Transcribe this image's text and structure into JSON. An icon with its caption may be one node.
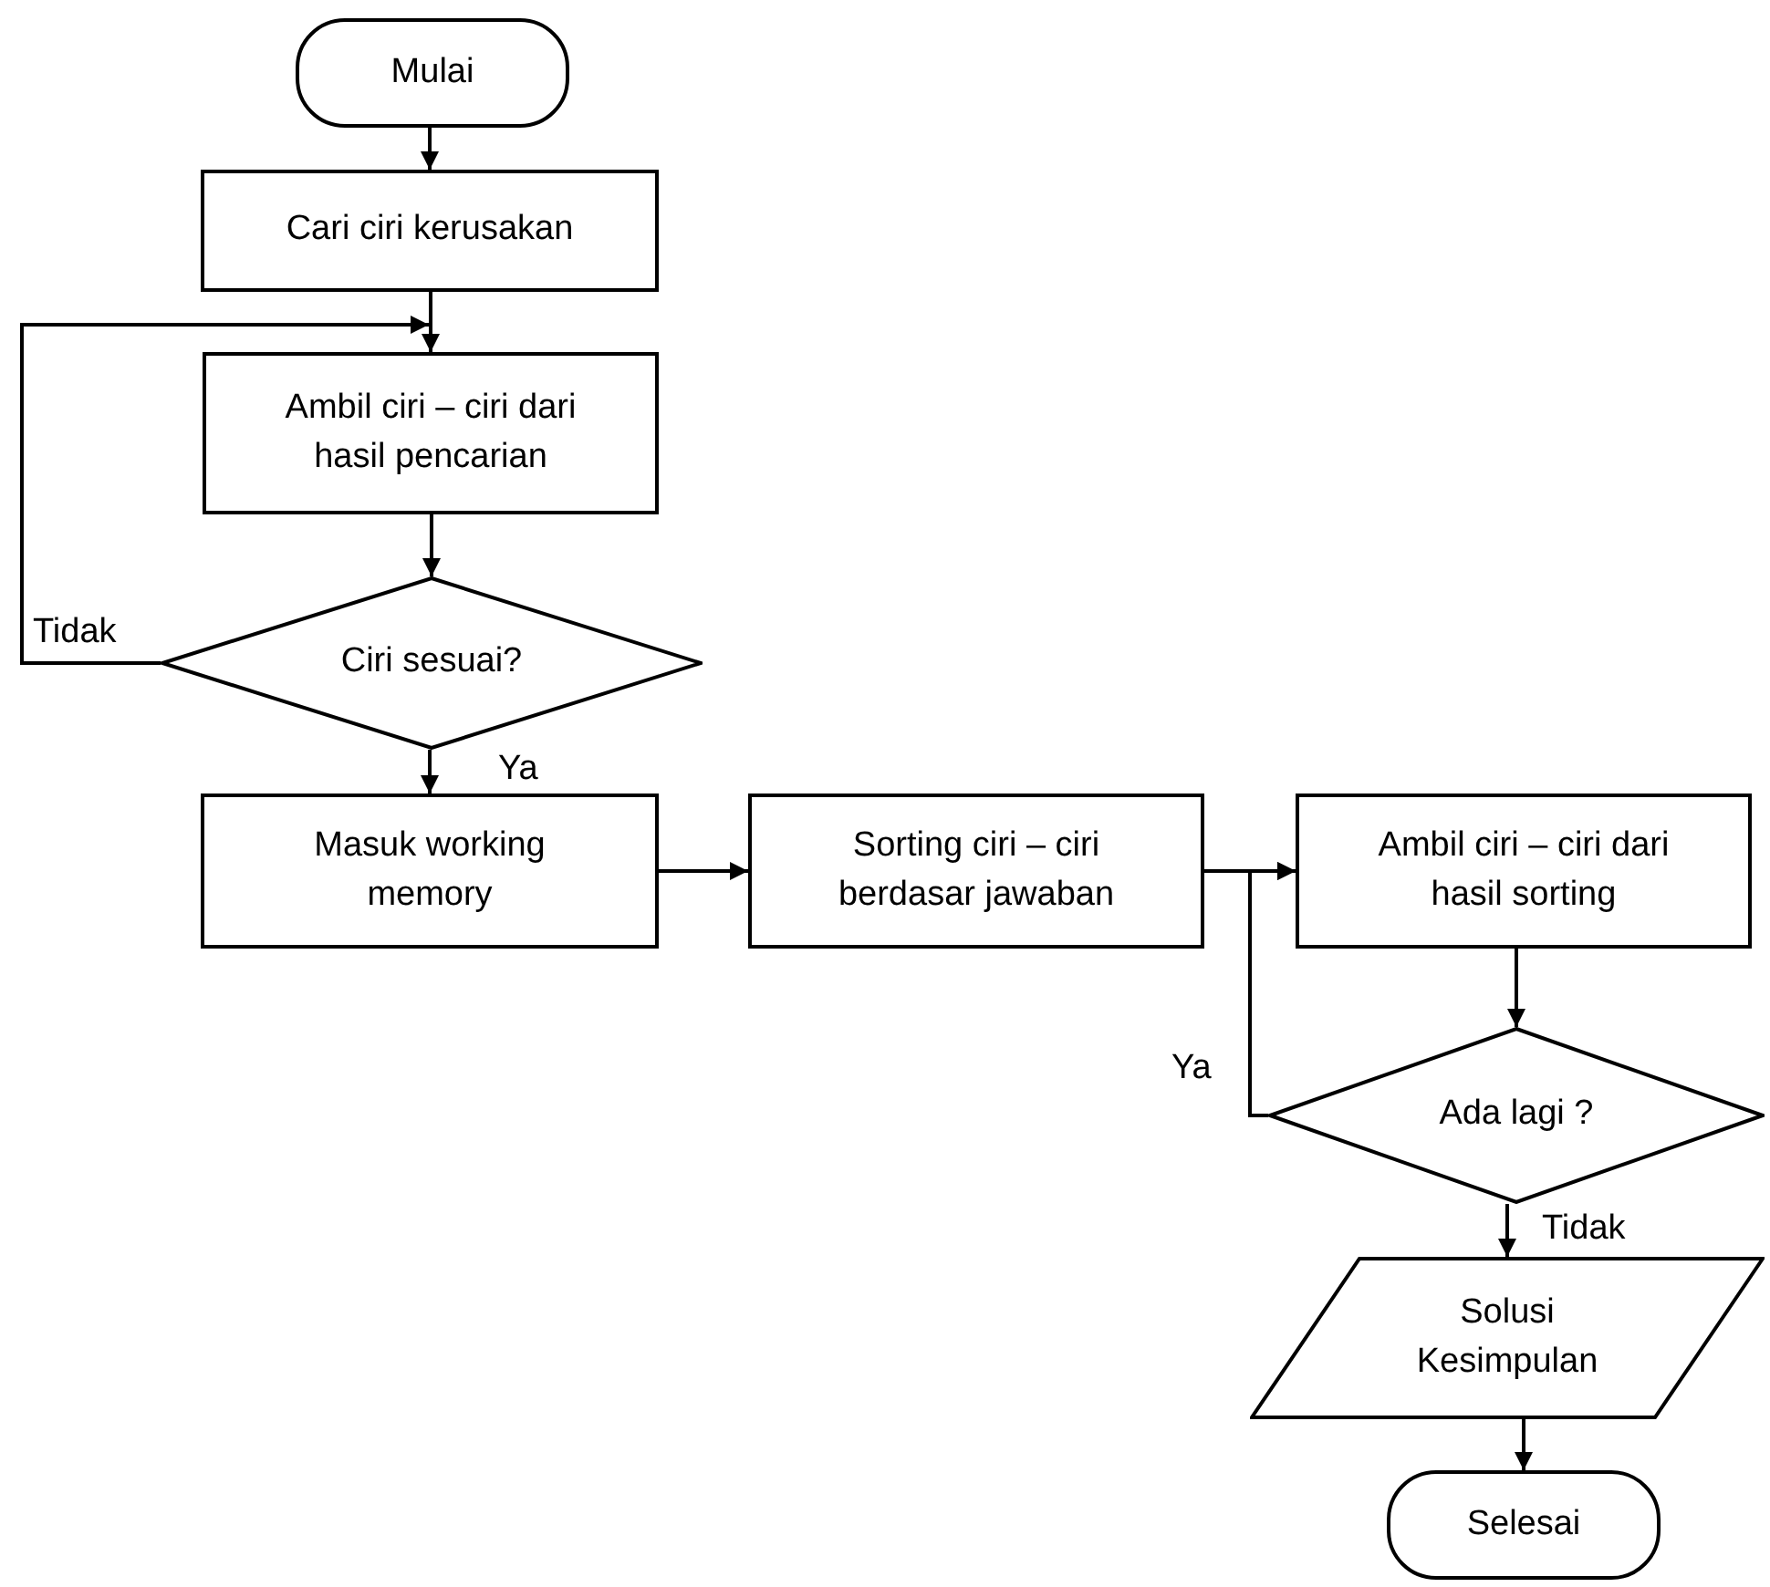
{
  "diagram": {
    "nodes": [
      {
        "text": [
          "Mulai"
        ]
      },
      {
        "text": [
          "Cari ciri kerusakan"
        ]
      },
      {
        "text": [
          "Ambil ciri – ciri dari hasil pencarian"
        ]
      },
      {
        "text": [
          "Ciri sesuai?"
        ]
      },
      {
        "text": [
          "Masuk working memory"
        ]
      },
      {
        "text": [
          "Sorting ciri – ciri berdasar jawaban"
        ]
      },
      {
        "text": [
          "Ambil ciri – ciri dari hasil sorting"
        ]
      },
      {
        "text": [
          "Ada lagi ?"
        ]
      },
      {
        "text": [
          "Solusi Kesimpulan"
        ]
      },
      {
        "text": [
          "Selesai"
        ]
      }
    ],
    "edges": [
      {
        "from": 0,
        "to": 1,
        "arrow": "to"
      },
      {
        "from": 1,
        "to": 2,
        "arrow": "to"
      },
      {
        "from": 2,
        "to": 3,
        "arrow": "to"
      },
      {
        "from": 3,
        "to": 2,
        "arrow": "to",
        "label": "Tidak"
      },
      {
        "from": 3,
        "to": 4,
        "arrow": "to",
        "label": "Ya"
      },
      {
        "from": 4,
        "to": 5,
        "arrow": "to"
      },
      {
        "from": 5,
        "to": 6,
        "arrow": "to"
      },
      {
        "from": 6,
        "to": 7,
        "arrow": "to"
      },
      {
        "from": 7,
        "to": 6,
        "arrow": "to",
        "label": "Ya"
      },
      {
        "from": 7,
        "to": 8,
        "arrow": "to",
        "label": "Tidak"
      },
      {
        "from": 8,
        "to": 9,
        "arrow": "to"
      }
    ]
  }
}
